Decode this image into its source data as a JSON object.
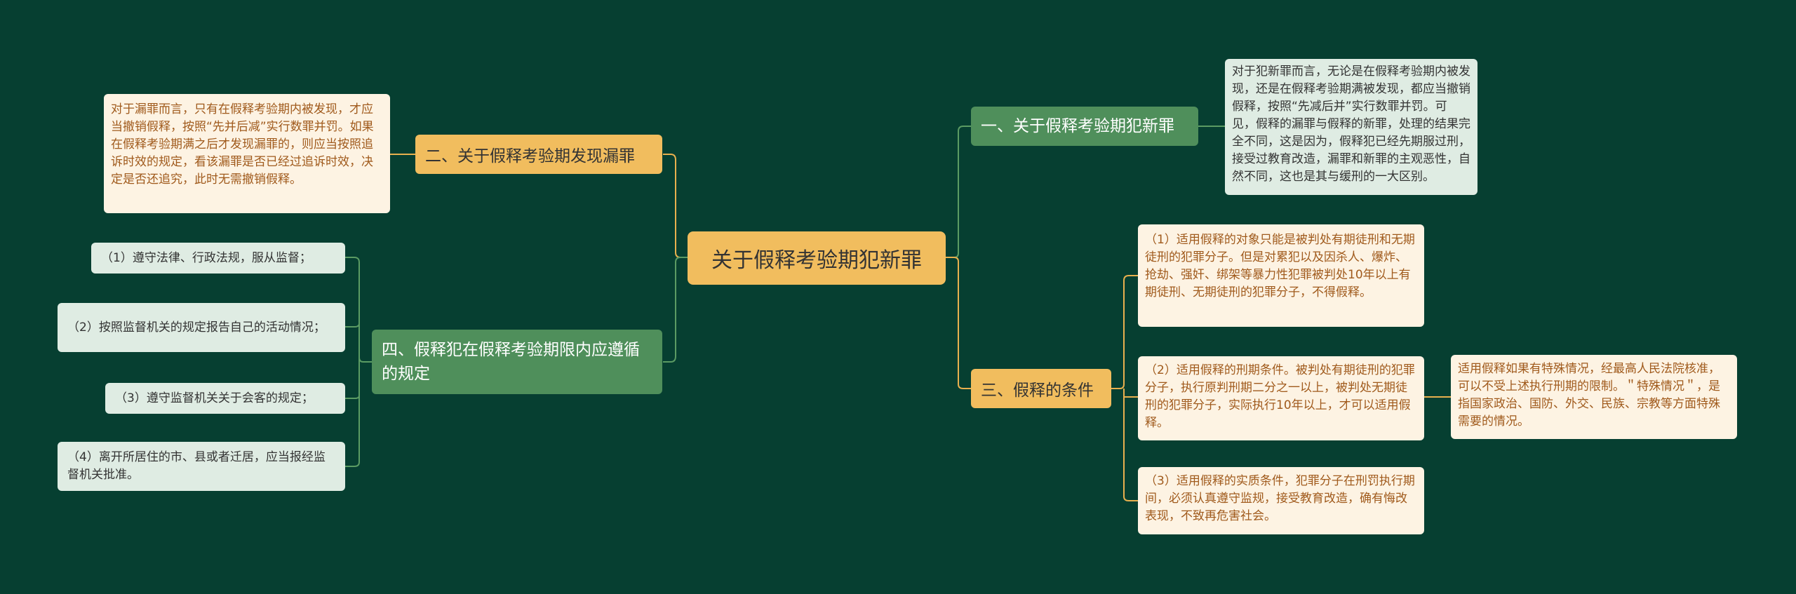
{
  "root": {
    "label": "关于假释考验期犯新罪"
  },
  "branches": {
    "b1": {
      "label": "一、关于假释考验期犯新罪",
      "detail": "对于犯新罪而言，无论是在假释考验期内被发现，还是在假释考验期满被发现，都应当撤销假释，按照“先减后并”实行数罪并罚。可见，假释的漏罪与假释的新罪，处理的结果完全不同，这是因为，假释犯已经先期服过刑，接受过教育改造，漏罪和新罪的主观恶性，自然不同，这也是其与缓刑的一大区别。"
    },
    "b2": {
      "label": "二、关于假释考验期发现漏罪",
      "detail": "对于漏罪而言，只有在假释考验期内被发现，才应当撤销假释，按照“先并后减”实行数罪并罚。如果在假释考验期满之后才发现漏罪的，则应当按照追诉时效的规定，看该漏罪是否已经过追诉时效，决定是否还追究，此时无需撤销假释。"
    },
    "b3": {
      "label": "三、假释的条件",
      "conditions": [
        "（1）适用假释的对象只能是被判处有期徒刑和无期徒刑的犯罪分子。但是对累犯以及因杀人、爆炸、抢劫、强奸、绑架等暴力性犯罪被判处10年以上有期徒刑、无期徒刑的犯罪分子，不得假释。",
        "（2）适用假释的刑期条件。被判处有期徒刑的犯罪分子，执行原判刑期二分之一以上，被判处无期徒刑的犯罪分子，实际执行10年以上，才可以适用假释。",
        "（3）适用假释的实质条件，犯罪分子在刑罚执行期间，必须认真遵守监规，接受教育改造，确有悔改表现，不致再危害社会。"
      ],
      "special_note": "适用假释如果有特殊情况，经最高人民法院核准，可以不受上述执行刑期的限制。＂特殊情况＂，是指国家政治、国防、外交、民族、宗教等方面特殊需要的情况。"
    },
    "b4": {
      "label": "四、假释犯在假释考验期限内应遵循的规定",
      "rules": [
        "（1）遵守法律、行政法规，服从监督；",
        "（2）按照监督机关的规定报告自己的活动情况；",
        "（3）遵守监督机关关于会客的规定；",
        "（4）离开所居住的市、县或者迁居，应当报经监督机关批准。"
      ]
    }
  },
  "colors": {
    "background": "#063f31",
    "root": "#f1bd5e",
    "green_topic": "#4f8f5b",
    "orange_topic": "#f1bd5e",
    "cream_leaf": "#fdf3e3",
    "pale_leaf": "#dfece3",
    "orange_link": "#e8b04e",
    "green_link": "#5b9b63"
  }
}
